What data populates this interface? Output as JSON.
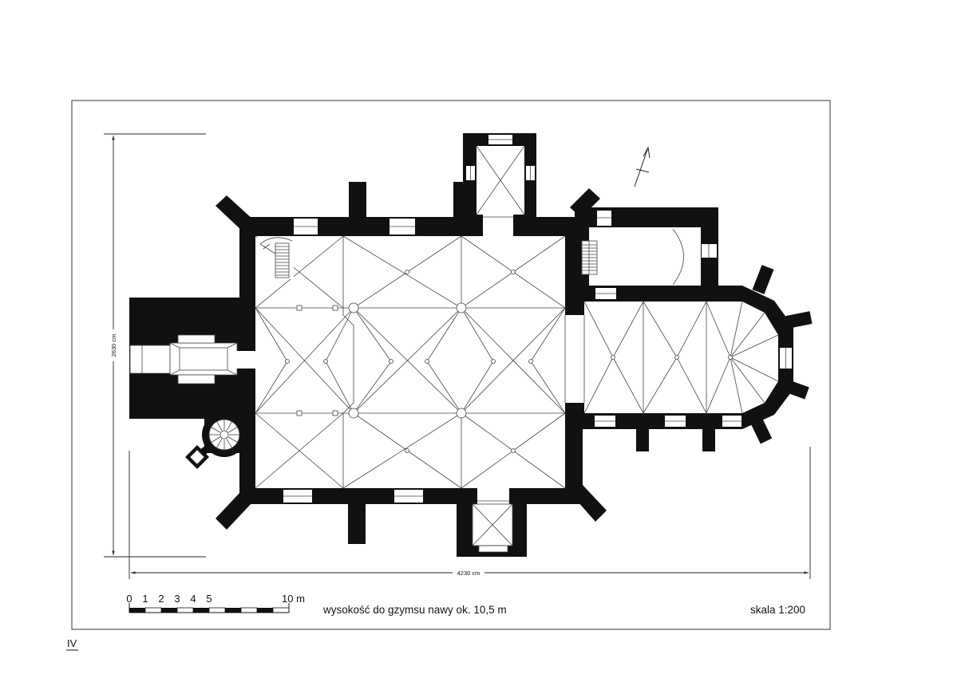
{
  "plan": {
    "height_dimension": "2630 cm",
    "width_dimension": "4230 cm"
  },
  "scale_bar": {
    "labels": [
      "0",
      "1",
      "2",
      "3",
      "4",
      "5"
    ],
    "end_label": "10 m"
  },
  "note": "wysokość do gzymsu nawy ok. 10,5 m",
  "scale": "skala 1:200",
  "page_number": "IV",
  "colors": {
    "ink": "#111111",
    "line": "#444444",
    "paper": "#ffffff"
  }
}
